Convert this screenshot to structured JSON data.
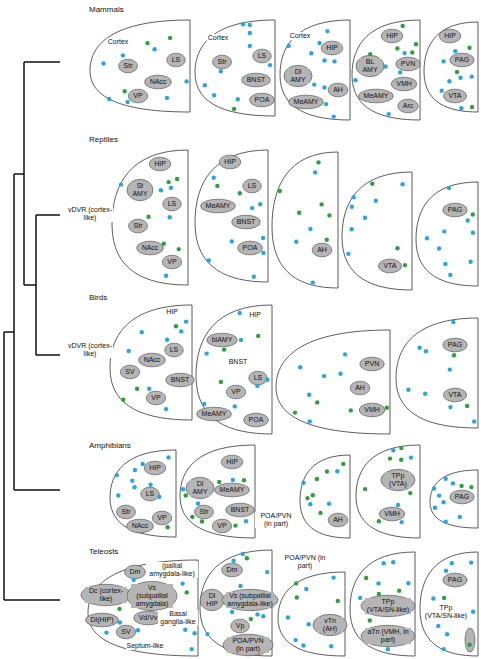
{
  "diagram": {
    "labels": [
      "Mammals",
      "Cortex",
      "Str",
      "LS",
      "NAcc",
      "VP",
      "Cortex",
      "Str",
      "LS",
      "BNST",
      "POA",
      "Cortex",
      "HIP",
      "Dl AMY",
      "MeAMY",
      "AH",
      "HIP",
      "BL AMY",
      "MeAMY",
      "PVN",
      "VMH",
      "Arc",
      "HIP",
      "PAG",
      "VTA",
      "Reptiles",
      "HIP",
      "St AMY",
      "LS",
      "vDVR (cortex-like)",
      "Str",
      "NAcc",
      "VP",
      "HIP",
      "LS",
      "MeAMY",
      "BNST",
      "POA",
      "AH",
      "VTA",
      "PAG",
      "Birds",
      "HIP",
      "vDVR (cortex-like)",
      "SV",
      "NAcc",
      "LS",
      "BNST",
      "VP",
      "HIP",
      "blAMY",
      "BNST",
      "LS",
      "VP",
      "MeAMY",
      "POA",
      "PVN",
      "AH",
      "VMH",
      "PAG",
      "VTA",
      "Amphibians",
      "HIP",
      "LS",
      "Str",
      "NAcc",
      "VP",
      "HIP",
      "Dl AMY",
      "MeAMY",
      "Str",
      "BNST",
      "VP",
      "POA/PVN (in part)",
      "AH",
      "TPp (VTA)",
      "VMH",
      "PAG",
      "Teleosts",
      "Dm",
      "(pallial amygdala-like)",
      "Dc (cortex-like)",
      "Vs (subpallial amygdala)",
      "Dl(HIP)",
      "Vd/Vv",
      "Basal ganglia-like",
      "SV",
      "Septum-like",
      "Dm",
      "Dl HIP",
      "Vs (subpallial amygdala-like)",
      "Vp",
      "POA/PVN (in part)",
      "POA/PVN (in part)",
      "vTn (AH)",
      "TPp (VTA/SN-like)",
      "aTn (VMH, in part)",
      "PAG",
      "TPp (VTA/SN-like)"
    ]
  }
}
